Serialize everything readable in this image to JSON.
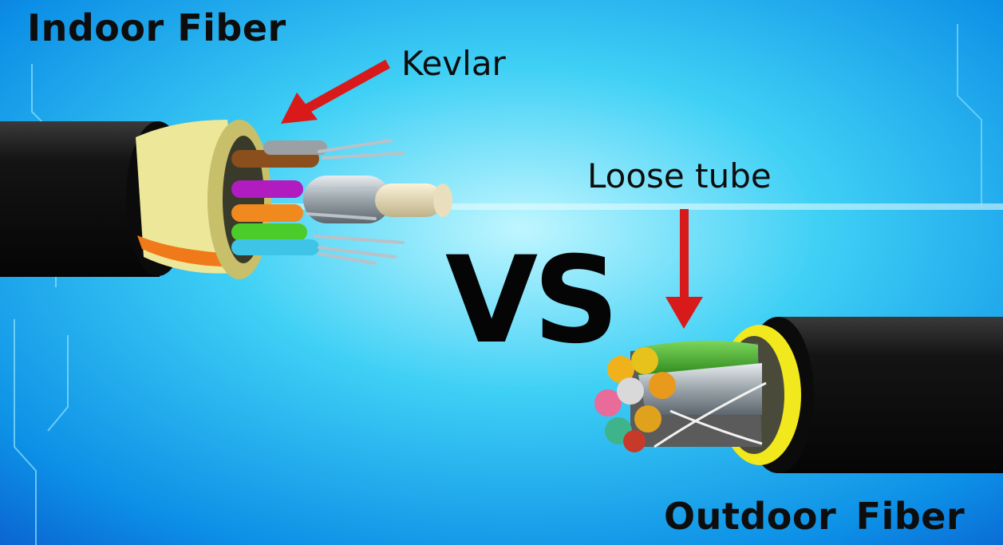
{
  "titles": {
    "indoor": "Indoor Fiber",
    "outdoor": "Outdoor  Fiber",
    "versus": "VS"
  },
  "callouts": {
    "kevlar": "Kevlar",
    "loose_tube": "Loose tube"
  },
  "colors": {
    "background_center": "#9ff0ff",
    "background_edge": "#0a5fd8",
    "arrow": "#d81a1a",
    "jacket": "#141414",
    "kevlar_yarn": "#ede79a",
    "outdoor_armor": "#f2e81e"
  }
}
